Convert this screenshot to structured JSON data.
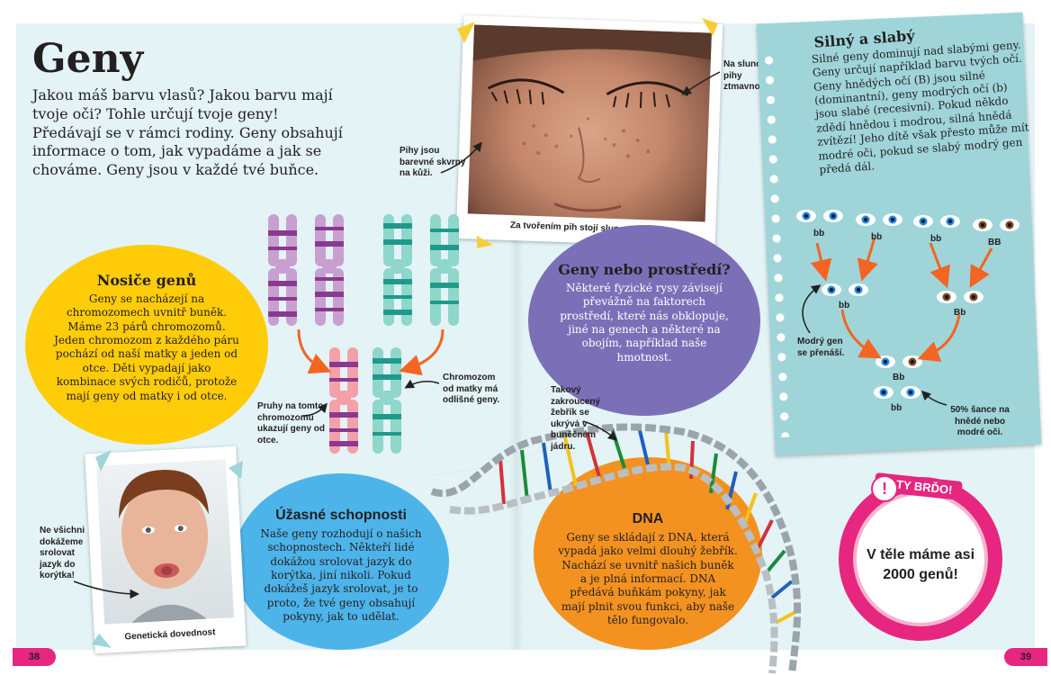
{
  "title": "Geny",
  "intro": "Jakou máš barvu vlasů? Jakou barvu mají tvoje oči? Tohle určují tvoje geny! Předávají se v rámci rodiny. Geny obsahují informace o tom, jak vypadáme a jak se chováme. Geny jsou v každé tvé buňce.",
  "carriers": {
    "title": "Nosiče genů",
    "text": "Geny se nacházejí na chromozomech uvnitř buněk. Máme 23 párů chromozomů. Jeden chromozom z každého páru pochází od naší matky a jeden od otce. Děti vypadají jako kombinace svých rodičů, protože mají geny od matky i od otce."
  },
  "abilities": {
    "title": "Úžasné schopnosti",
    "text": "Naše geny rozhodují o našich schopnostech. Někteří lidé dokážou srolovat jazyk do korýtka, jiní nikoli. Pokud dokážeš jazyk srolovat, je to proto, že tvé geny obsahují pokyny, jak to udělat."
  },
  "environment": {
    "title": "Geny nebo prostředí?",
    "text": "Některé fyzické rysy závisejí převážně na faktorech prostředí, které nás obklopuje, jiné na genech a některé na obojím, například naše hmotnost."
  },
  "dna": {
    "title": "DNA",
    "text": "Geny se skládají z DNA, která vypadá jako velmi dlouhý žebřík. Nachází se uvnitř našich buněk a je plná informací. DNA předává buňkám pokyny, jak mají plnit svou funkci, aby naše tělo fungovalo."
  },
  "strong_weak": {
    "title": "Silný a slabý",
    "text": "Silné geny dominují nad slabými geny. Geny určují například barvu tvých očí. Geny hnědých očí (B) jsou silné (dominantní), geny modrých očí (b) jsou slabé (recesivní). Pokud někdo zdědí hnědou i modrou, silná hnědá zvítězí! Jeho dítě však přesto může mít modré oči, pokud se slabý modrý gen předá dál."
  },
  "face_photo": {
    "caption": "Za tvořením pih stojí slunce a geny.",
    "label_sun": "Na slunci pihy ztmavnou.",
    "label_freckles": "Pihy jsou barevné skvrny na kůži."
  },
  "boy_photo": {
    "caption": "Genetická dovednost",
    "label": "Ne všichni dokážeme srolovat jazyk do korýtka!"
  },
  "chromosome_labels": {
    "father": "Pruhy na tomto chromozomu ukazují geny od otce.",
    "mother": "Chromozom od matky má odlišné geny."
  },
  "dna_label": "Takový zakroucený žebřík se ukrývá v buněčném jádru.",
  "eyes": {
    "gen1": [
      "bb",
      "bb",
      "bb",
      "BB"
    ],
    "gen2": [
      "bb",
      "Bb"
    ],
    "gen3": [
      "Bb",
      "bb"
    ],
    "label_blue": "Modrý gen se přenáší.",
    "label_chance": "50% šance na hnědé nebo modré oči."
  },
  "fact": {
    "tag": "TY BRĎO!",
    "excl": "!",
    "line1": "V těle máme asi",
    "line2": "2000 genů!"
  },
  "pages": {
    "left": "38",
    "right": "39"
  },
  "colors": {
    "magenta": "#e6267f",
    "yellow": "#ffcc0a",
    "orange": "#f39221",
    "purple": "#7b70b8",
    "blue": "#4db4ea",
    "teal": "#9fd5d9"
  }
}
